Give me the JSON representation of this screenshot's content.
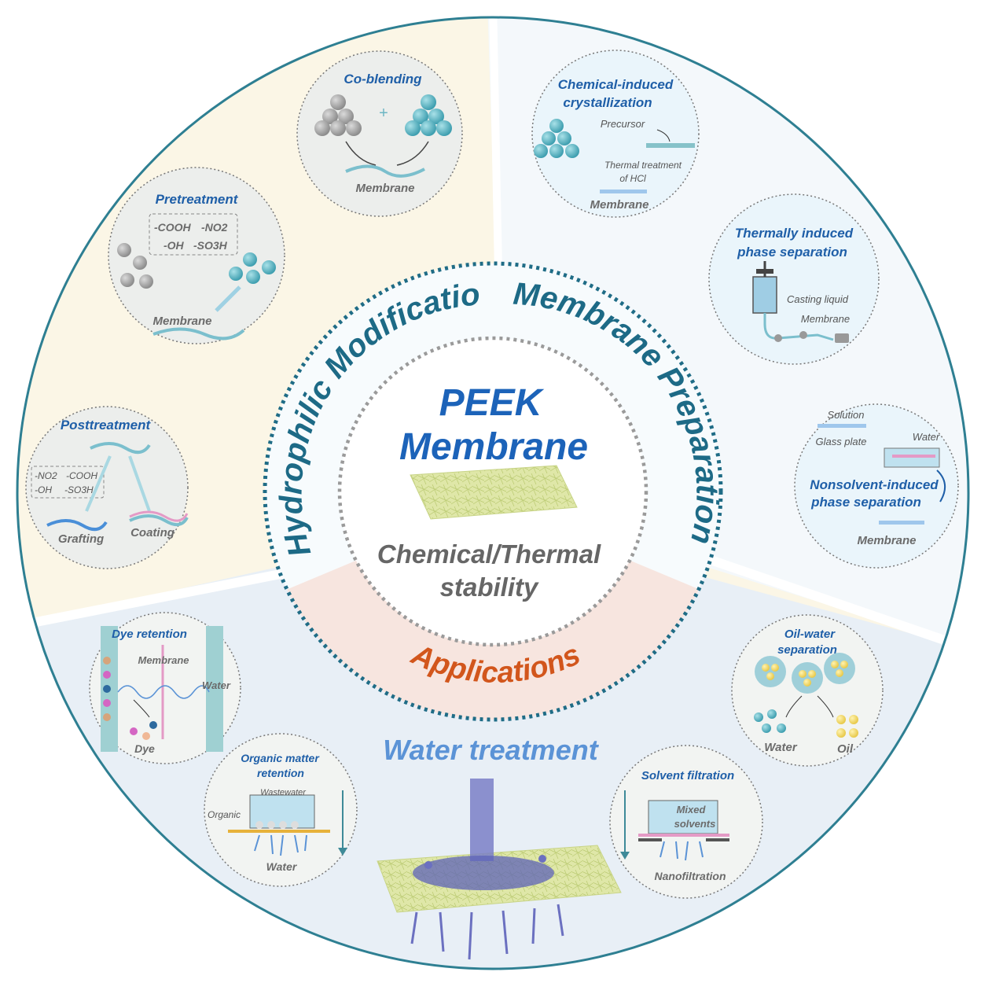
{
  "center": {
    "title_line1": "PEEK",
    "title_line2": "Membrane",
    "subtitle_line1": "Chemical/Thermal",
    "subtitle_line2": "stability"
  },
  "sections": {
    "left": "Hydrophilic Modification",
    "right": "Membrane Preparation",
    "bottom": "Applications",
    "water_treatment": "Water treatment"
  },
  "left_nodes": {
    "coblending": {
      "title": "Co-blending",
      "plus": "+",
      "membrane": "Membrane"
    },
    "pretreatment": {
      "title": "Pretreatment",
      "cooh": "-COOH",
      "no2": "-NO2",
      "oh": "-OH",
      "so3h": "-SO3H",
      "membrane": "Membrane"
    },
    "posttreatment": {
      "title": "Posttreatment",
      "no2": "-NO2",
      "cooh": "-COOH",
      "oh": "-OH",
      "so3h": "-SO3H",
      "grafting": "Grafting",
      "coating": "Coating"
    }
  },
  "right_nodes": {
    "cic": {
      "title_line1": "Chemical-induced",
      "title_line2": "crystallization",
      "precursor": "Precursor",
      "thermal_line1": "Thermal treatment",
      "thermal_line2": "of HCl",
      "membrane": "Membrane"
    },
    "tips": {
      "title_line1": "Thermally induced",
      "title_line2": "phase separation",
      "casting": "Casting liquid",
      "membrane": "Membrane"
    },
    "nips": {
      "solution": "Solution",
      "glass": "Glass plate",
      "water": "Water",
      "title_line1": "Nonsolvent-induced",
      "title_line2": "phase separation",
      "membrane": "Membrane"
    }
  },
  "bottom_nodes": {
    "dye": {
      "title": "Dye retention",
      "membrane": "Membrane",
      "water": "Water",
      "dye": "Dye"
    },
    "organic": {
      "title_line1": "Organic matter",
      "title_line2": "retention",
      "wastewater": "Wastewater",
      "organic": "Organic",
      "water": "Water"
    },
    "oil": {
      "title_line1": "Oil-water",
      "title_line2": "separation",
      "water": "Water",
      "oil": "Oil"
    },
    "solvent": {
      "title": "Solvent filtration",
      "mixed_line1": "Mixed",
      "mixed_line2": "solvents",
      "nano": "Nanofiltration"
    }
  },
  "colors": {
    "outer_ring": "#2e7f92",
    "title_blue": "#1f5fa8",
    "arc_teal": "#1d6a86",
    "applications_orange": "#d2561c",
    "water_blue": "#5b93d6",
    "left_bg": "#fbf6e6",
    "bottom_bg": "#e9f0f6",
    "membrane_yellow": "#d5df9a",
    "teal_sphere": "#5cb5c3",
    "gray_sphere": "#a9a9a9"
  }
}
